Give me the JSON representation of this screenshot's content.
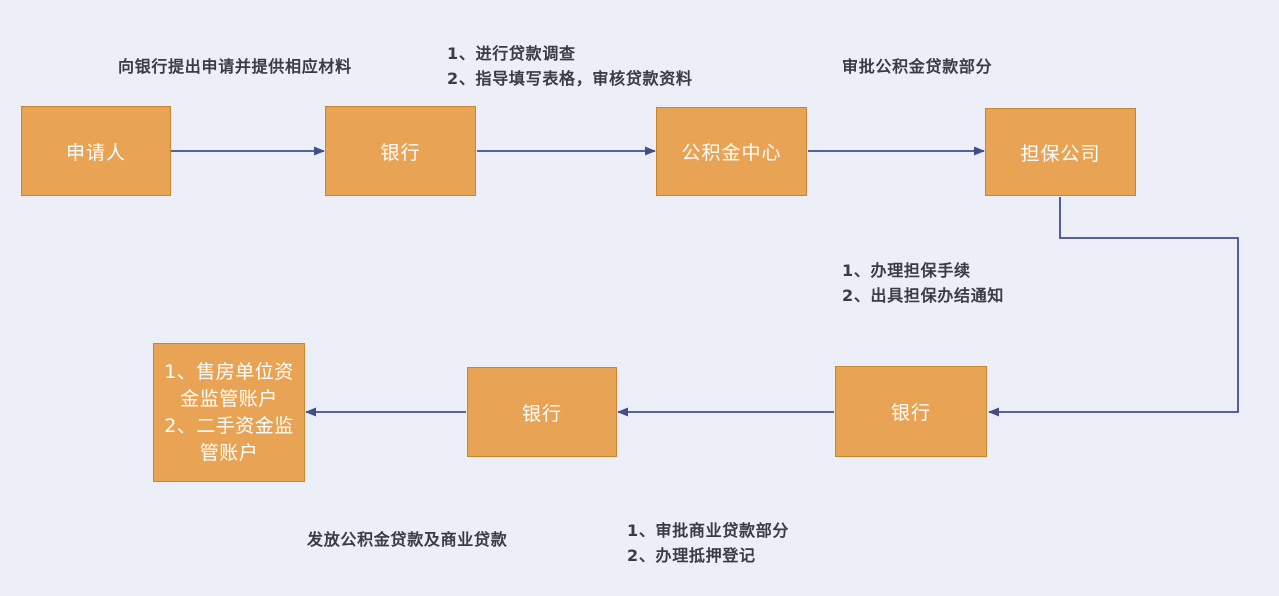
{
  "diagram": {
    "type": "flowchart",
    "colors": {
      "background": "#ECEFF7",
      "node_fill": "#E9A355",
      "node_border": "#C8872F",
      "node_text": "#FFFFFF",
      "connector": "#424E8C",
      "label_text": "#3B3B42"
    },
    "nodes": [
      {
        "id": "applicant",
        "label": "申请人"
      },
      {
        "id": "bank-top",
        "label": "银行"
      },
      {
        "id": "fund-center",
        "label": "公积金中心"
      },
      {
        "id": "guarantee",
        "label": "担保公司"
      },
      {
        "id": "bank-right",
        "label": "银行"
      },
      {
        "id": "bank-middle",
        "label": "银行"
      },
      {
        "id": "accounts",
        "lines": [
          "1、售房单位资金监管账户",
          "2、二手资金监管账户"
        ]
      }
    ],
    "labels": [
      {
        "id": "apply-to-bank",
        "lines": [
          "向银行提出申请并提供相应材料"
        ]
      },
      {
        "id": "loan-investigation",
        "lines": [
          "1、进行贷款调查",
          "2、指导填写表格，审核贷款资料"
        ]
      },
      {
        "id": "approve-fund-part",
        "lines": [
          "审批公积金贷款部分"
        ]
      },
      {
        "id": "guarantee-procedures",
        "lines": [
          "1、办理担保手续",
          "2、出具担保办结通知"
        ]
      },
      {
        "id": "issue-loans",
        "lines": [
          "发放公积金贷款及商业贷款"
        ]
      },
      {
        "id": "commercial-approval",
        "lines": [
          "1、审批商业贷款部分",
          "2、办理抵押登记"
        ]
      }
    ],
    "edges": [
      {
        "from": "applicant",
        "to": "bank-top"
      },
      {
        "from": "bank-top",
        "to": "fund-center"
      },
      {
        "from": "fund-center",
        "to": "guarantee"
      },
      {
        "from": "guarantee",
        "to": "bank-right"
      },
      {
        "from": "bank-right",
        "to": "bank-middle"
      },
      {
        "from": "bank-middle",
        "to": "accounts"
      }
    ]
  }
}
